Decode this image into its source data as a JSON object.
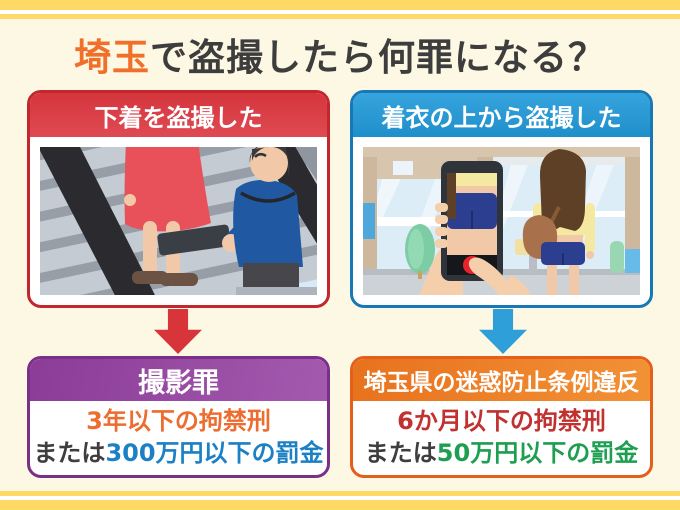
{
  "page": {
    "background": "#FCF8E3",
    "stripe_color": "#FFD966"
  },
  "title": {
    "highlight": "埼玉",
    "rest": "で盗撮したら何罪になる？",
    "highlight_color": "#F0702B",
    "text_color": "#3D3D3D"
  },
  "left_flow": {
    "case_label": "下着を盗撮した",
    "case_accent": "#D5353D",
    "arrow_color": "#D8353B",
    "crime": "撮影罪",
    "crime_accent": "#8B3C97",
    "penalty_line1": "3年以下の拘禁刑",
    "penalty_line1_color": "#ED6C2F",
    "penalty_line2_prefix": "または",
    "penalty_line2_amount": "300万円以下の罰金",
    "penalty_line2_amount_color": "#1B80C4",
    "illustration": "upskirt-filming-on-escalator-scene"
  },
  "right_flow": {
    "case_label": "着衣の上から盗撮した",
    "case_accent": "#2F9FD9",
    "arrow_color": "#2F9FD9",
    "crime": "埼玉県の迷惑防止条例違反",
    "crime_accent": "#E8721D",
    "penalty_line1": "6か月以下の拘禁刑",
    "penalty_line1_color": "#C0312F",
    "penalty_line2_prefix": "または",
    "penalty_line2_amount": "50万円以下の罰金",
    "penalty_line2_amount_color": "#1E9E50",
    "illustration": "over-clothes-phone-filming-street-scene"
  }
}
